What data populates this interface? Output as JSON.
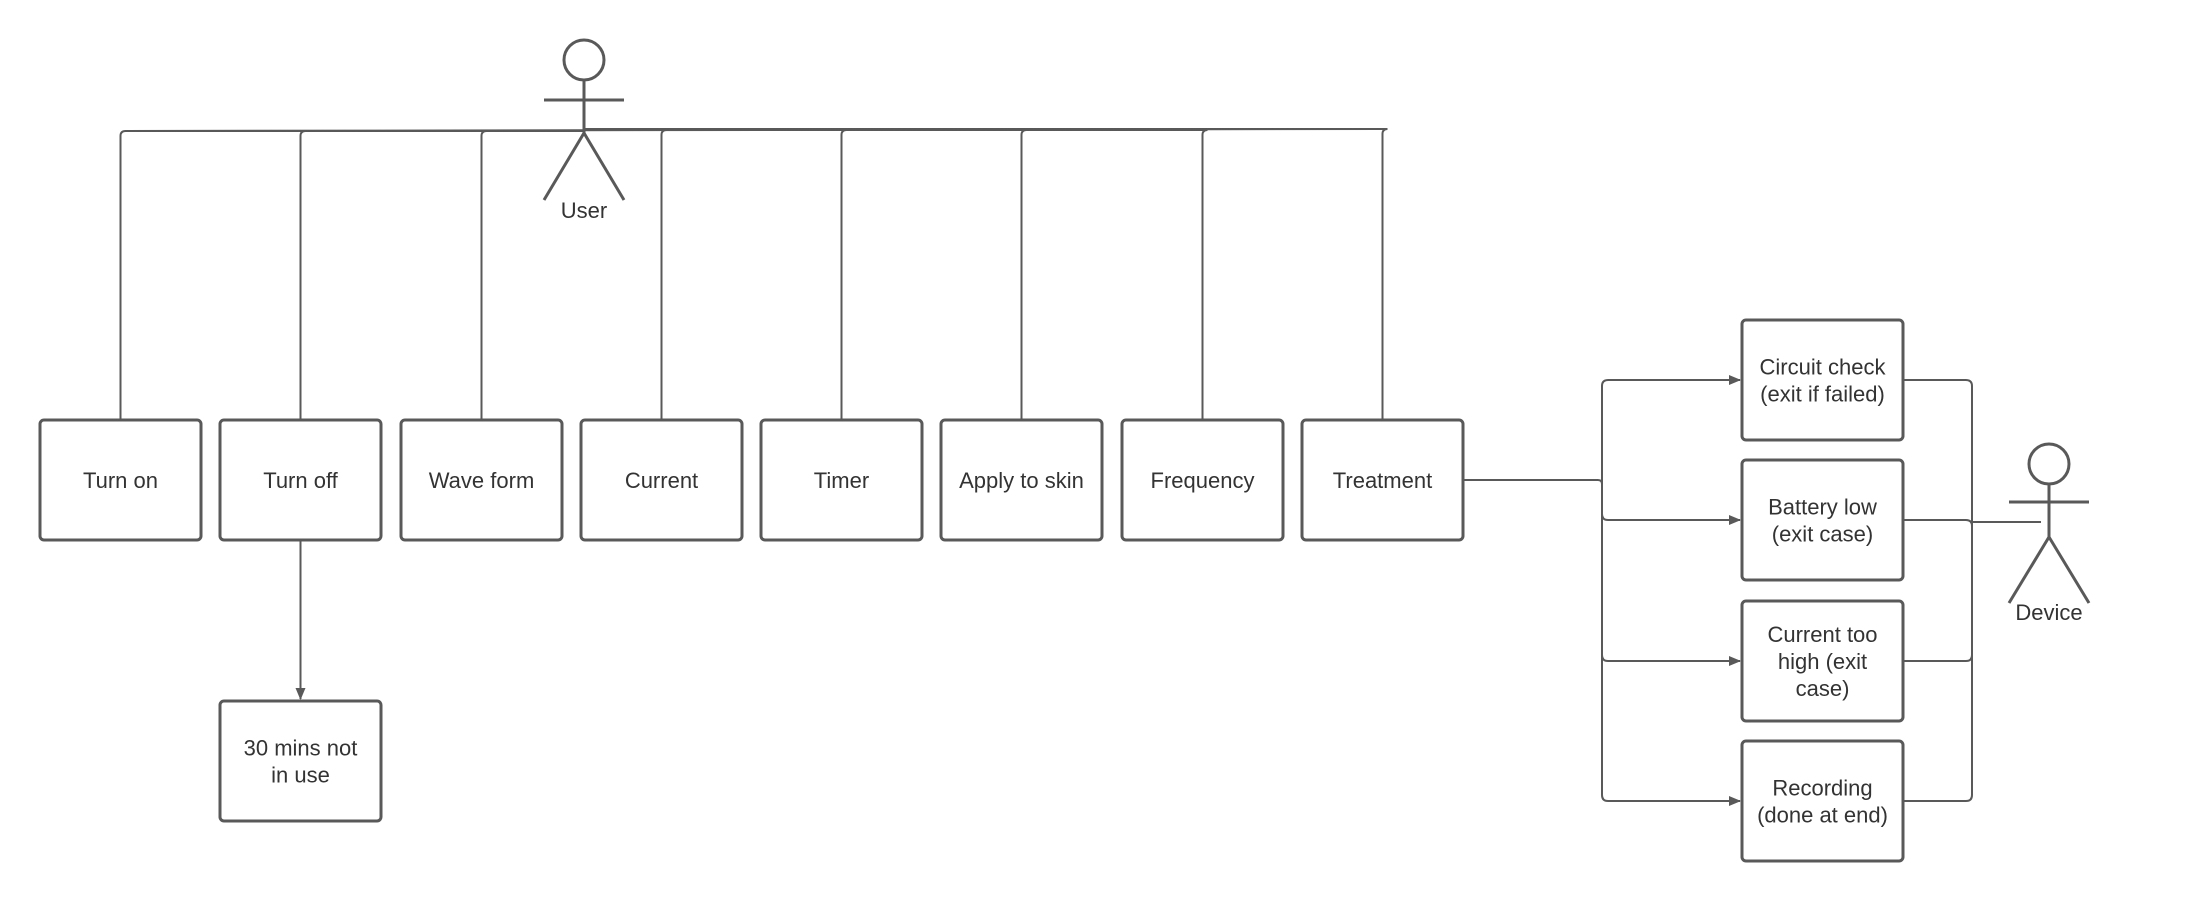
{
  "diagram": {
    "actors": {
      "user": "User",
      "device": "Device"
    },
    "user_actions": [
      [
        "Turn on"
      ],
      [
        "Turn off"
      ],
      [
        "Wave form"
      ],
      [
        "Current"
      ],
      [
        "Timer"
      ],
      [
        "Apply to skin"
      ],
      [
        "Frequency"
      ],
      [
        "Treatment"
      ]
    ],
    "turn_off_result": [
      "30 mins not",
      "in use"
    ],
    "treatment_steps": [
      [
        "Circuit check",
        "(exit if failed)"
      ],
      [
        "Battery low",
        "(exit case)"
      ],
      [
        "Current too",
        "high (exit",
        "case)"
      ],
      [
        "Recording",
        "(done at end)"
      ]
    ],
    "colors": {
      "stroke": "#595959",
      "text": "#333333",
      "background": "#ffffff"
    }
  }
}
